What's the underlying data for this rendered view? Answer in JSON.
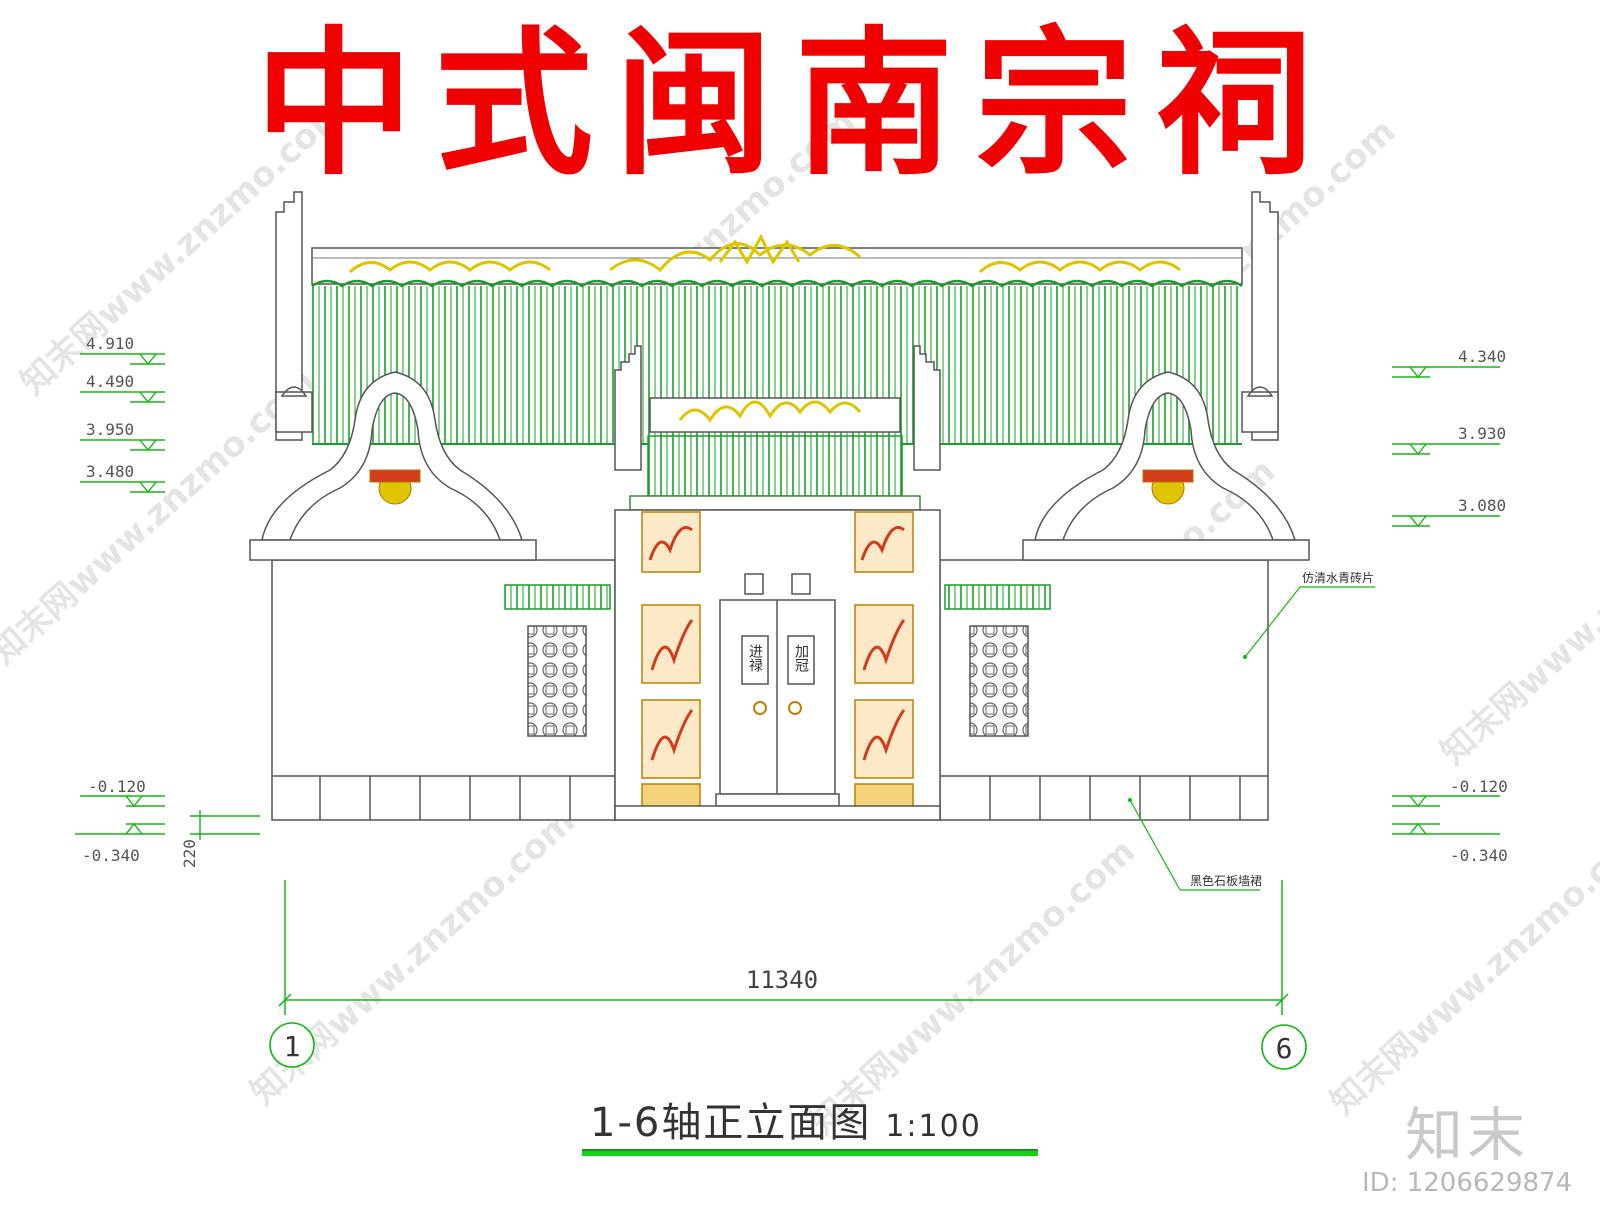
{
  "title": "中式闽南宗祠",
  "elevations_left": [
    "4.910",
    "4.490",
    "3.950",
    "3.480"
  ],
  "elevations_right": [
    "4.340",
    "3.930",
    "3.080"
  ],
  "ground_left": [
    "-0.120",
    "-0.340"
  ],
  "ground_right": [
    "-0.120",
    "-0.340"
  ],
  "step_height": "220",
  "total_width": "11340",
  "axis_left": "1",
  "axis_right": "6",
  "label_tile": "仿清水青砖片",
  "label_stone": "黑色石板墙裙",
  "door_left_text": "进禄",
  "door_right_text": "加冠",
  "caption": "1-6轴正立面图",
  "caption_scale": "1:100",
  "brand": "知末",
  "image_id": "ID: 1206629874",
  "watermark": "知末网www.znzmo.com",
  "colors": {
    "title": "#f00000",
    "roof": "#1a9e2a",
    "ornament": "#e0c400",
    "carving": "#d23c1c",
    "dimension": "#14b814"
  }
}
